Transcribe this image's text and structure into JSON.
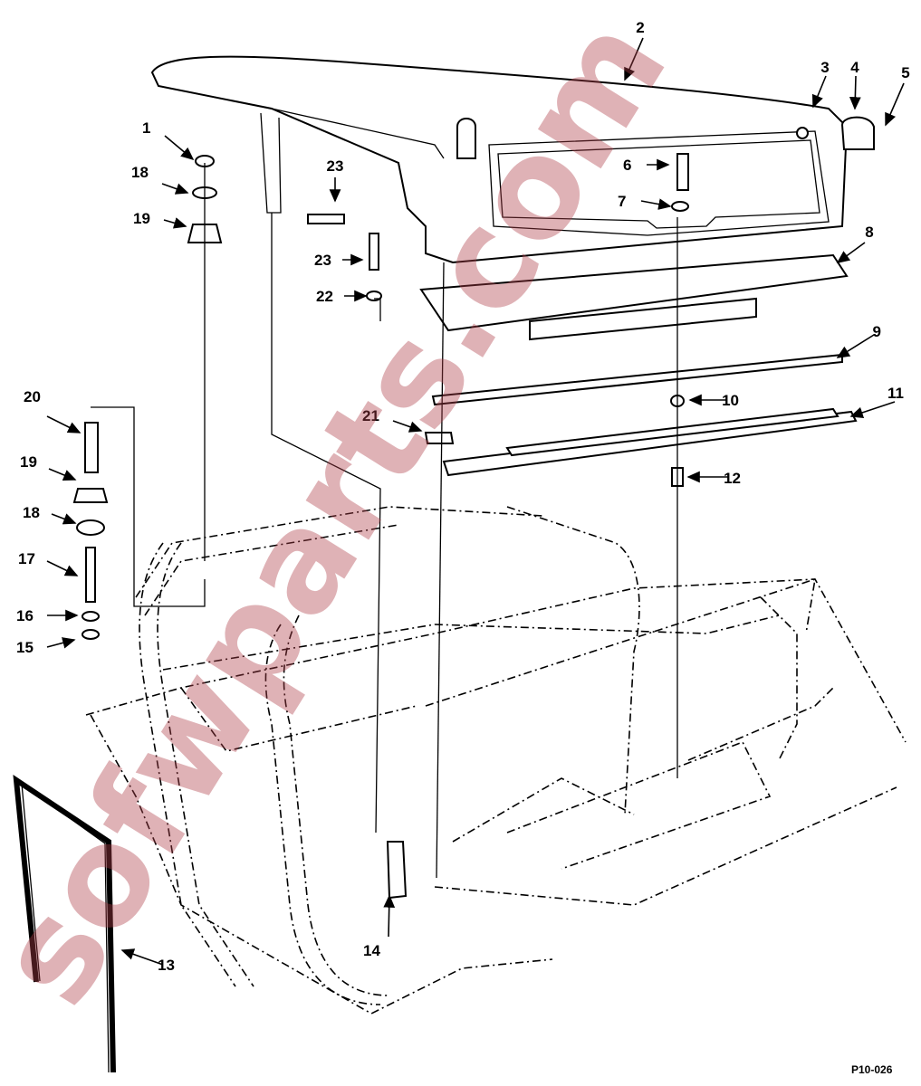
{
  "figure": {
    "reference_code": "P10-026",
    "watermark": "sofwparts.com"
  },
  "callouts": {
    "c1": "1",
    "c2": "2",
    "c3": "3",
    "c4": "4",
    "c5": "5",
    "c6": "6",
    "c7": "7",
    "c8": "8",
    "c9": "9",
    "c10": "10",
    "c11": "11",
    "c12": "12",
    "c13": "13",
    "c14": "14",
    "c15": "15",
    "c16": "16",
    "c17": "17",
    "c18a": "18",
    "c18b": "18",
    "c19a": "19",
    "c19b": "19",
    "c20": "20",
    "c21": "21",
    "c22": "22",
    "c23a": "23",
    "c23b": "23"
  }
}
